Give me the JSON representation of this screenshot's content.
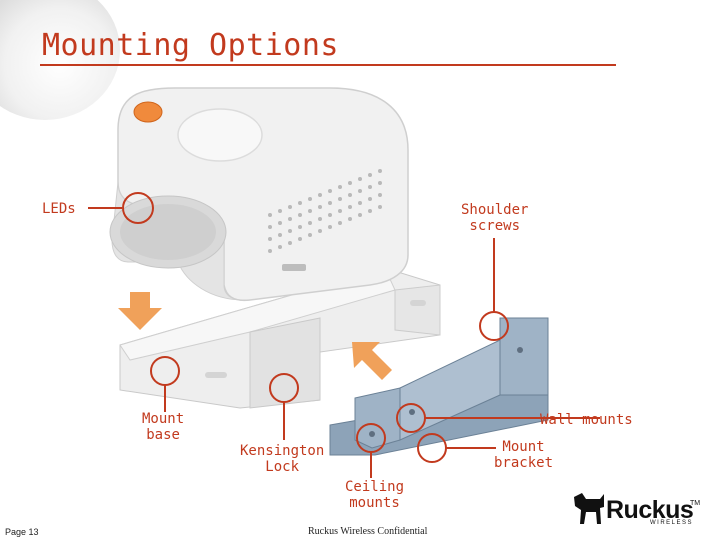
{
  "slide": {
    "title": "Mounting Options",
    "page_label": "Page 13",
    "confidential": "Ruckus Wireless Confidential"
  },
  "logo": {
    "word": "Ruckus",
    "tm": "TM",
    "sub": "WIRELESS"
  },
  "callouts": {
    "leds": "LEDs",
    "shoulder_screws": "Shoulder\nscrews",
    "mount_base": "Mount\nbase",
    "kensington_lock": "Kensington\nLock",
    "ceiling_mounts": "Ceiling\nmounts",
    "mount_bracket": "Mount\nbracket",
    "wall_mounts": "Wall mounts"
  },
  "colors": {
    "accent": "#c23a1e",
    "arrow": "#f0a15a",
    "bracket": "#8da3b8"
  }
}
